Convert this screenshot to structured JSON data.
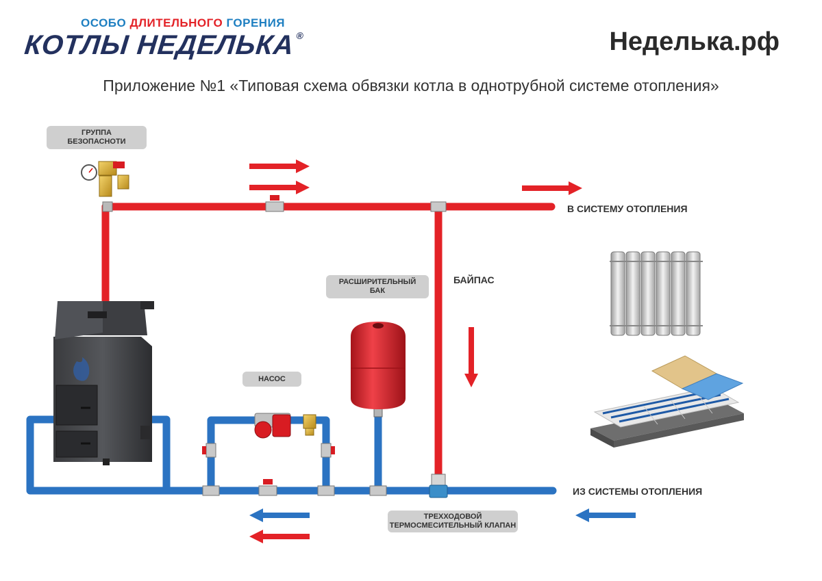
{
  "header": {
    "logo_tagline_part1": "ОСОБО",
    "logo_tagline_part2": "ДЛИТЕЛЬНОГО",
    "logo_tagline_part3": "ГОРЕНИЯ",
    "logo_main": "КОТЛЫ НЕДЕЛЬКА",
    "logo_reg": "®",
    "site": "Неделька.рф",
    "subtitle": "Приложение №1 «Типовая схема обвязки котла в однотрубной системе отопления»"
  },
  "labels": {
    "safety_group_line1": "ГРУППА",
    "safety_group_line2": "БЕЗОПАСНОТИ",
    "to_heating": "В СИСТЕМУ ОТОПЛЕНИЯ",
    "from_heating": "ИЗ СИСТЕМЫ ОТОПЛЕНИЯ",
    "bypass": "БАЙПАС",
    "expansion_tank_line1": "РАСШИРИТЕЛЬНЫЙ",
    "expansion_tank_line2": "БАК",
    "pump": "НАСОС",
    "valve_line1": "ТРЕХХОДОВОЙ",
    "valve_line2": "ТЕРМОСМЕСИТЕЛЬНЫЙ КЛАПАН"
  },
  "colors": {
    "hot": "#e32227",
    "cold": "#2b73c2",
    "brand_blue": "#1e7fc1",
    "brand_red": "#e32227",
    "navy": "#23315e",
    "pill": "#cfcfcf"
  },
  "icons": {
    "boiler": "solid-fuel-boiler",
    "radiator": "radiator-icon",
    "floor": "underfloor-heating-icon",
    "pump": "circulation-pump-icon",
    "tank": "expansion-tank-icon",
    "valve": "ball-valve-icon"
  }
}
